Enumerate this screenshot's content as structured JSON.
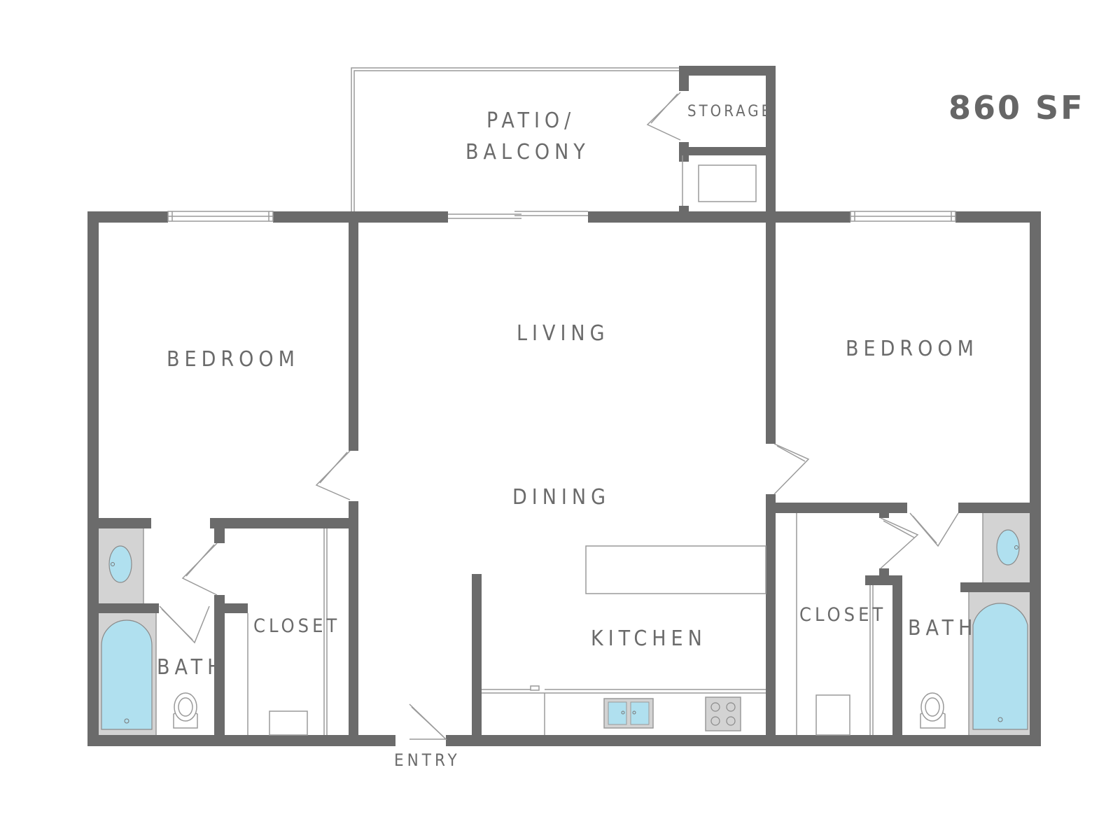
{
  "floor_plan": {
    "area": "860 SF",
    "colors": {
      "wall": "#6b6b6b",
      "fixture_gray": "#d3d3d3",
      "water_blue": "#b0e0ef",
      "line": "#9a9a9a"
    },
    "rooms": {
      "patio_line1": "PATIO/",
      "patio_line2": "BALCONY",
      "storage": "STORAGE",
      "living": "LIVING",
      "dining": "DINING",
      "kitchen": "KITCHEN",
      "bedroom_left": "BEDROOM",
      "bedroom_right": "BEDROOM",
      "closet_left": "CLOSET",
      "closet_right": "CLOSET",
      "bath_left": "BATH",
      "bath_right": "BATH",
      "entry": "ENTRY"
    }
  }
}
